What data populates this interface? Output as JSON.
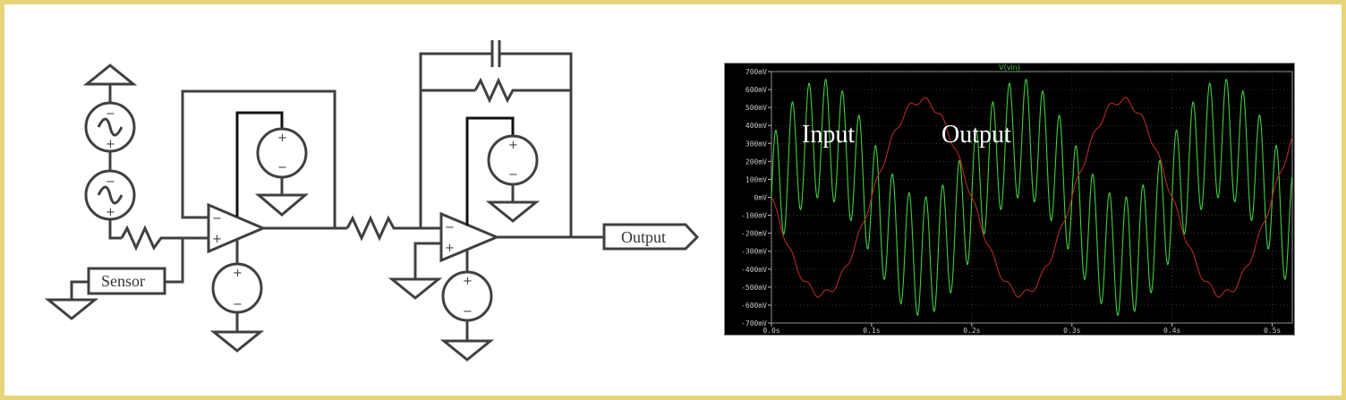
{
  "schematic": {
    "sensor_label": "Sensor",
    "output_label": "Output",
    "opamp_minus": "−",
    "opamp_plus": "+"
  },
  "chart_data": {
    "type": "line",
    "title": "V(vin)",
    "xlabel": "",
    "ylabel": "",
    "xlim": [
      0.0,
      0.52
    ],
    "ylim": [
      -700,
      700
    ],
    "x_unit": "s",
    "y_unit": "mV",
    "x_ticks": [
      "0.0s",
      "0.1s",
      "0.2s",
      "0.3s",
      "0.4s",
      "0.5s"
    ],
    "y_ticks": [
      "700mV",
      "600mV",
      "500mV",
      "400mV",
      "300mV",
      "200mV",
      "100mV",
      "0mV",
      "-100mV",
      "-200mV",
      "-300mV",
      "-400mV",
      "-500mV",
      "-600mV",
      "-700mV"
    ],
    "grid": true,
    "annotations": [
      "Input",
      "Output"
    ],
    "series": [
      {
        "name": "V(vin)",
        "color": "#3fcf3f",
        "description_model": "sum of sines",
        "components": [
          {
            "freq_hz": 5,
            "amp_mv": 330,
            "phase": 0
          },
          {
            "freq_hz": 60,
            "amp_mv": 330,
            "phase": 0
          }
        ]
      },
      {
        "color": "#b52a2a",
        "description_model": "filtered",
        "components": [
          {
            "freq_hz": 5,
            "amp_mv": 540,
            "phase": -3.14159
          },
          {
            "freq_hz": 60,
            "amp_mv": 20,
            "phase": 0
          }
        ]
      }
    ]
  }
}
